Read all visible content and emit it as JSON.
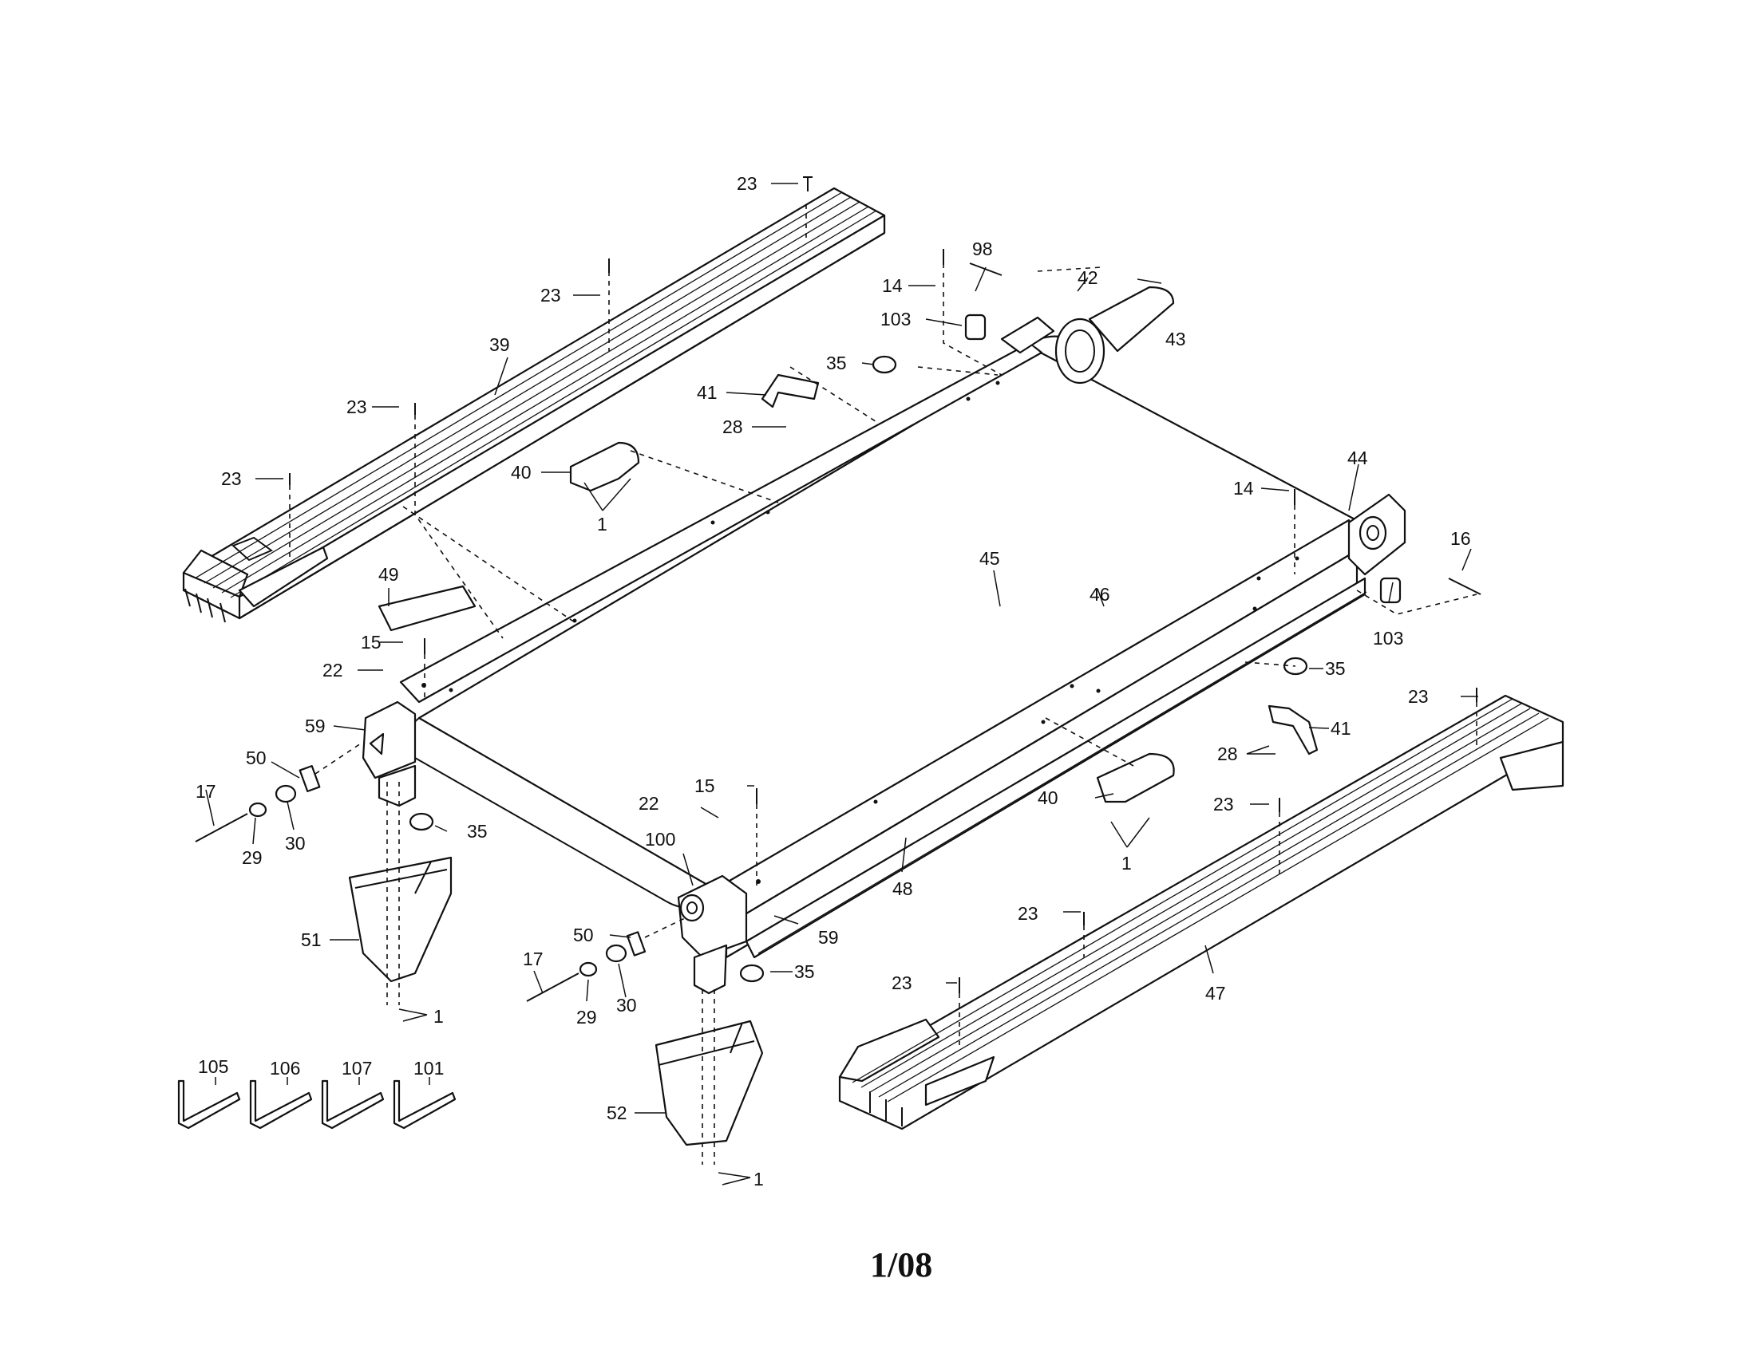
{
  "page": {
    "number_label": "1/08"
  },
  "callouts": {
    "c105": "105",
    "c106": "106",
    "c107": "107",
    "c101": "101",
    "c1": "1",
    "c14": "14",
    "c15": "15",
    "c16": "16",
    "c17": "17",
    "c22": "22",
    "c23": "23",
    "c28": "28",
    "c29": "29",
    "c30": "30",
    "c35": "35",
    "c39": "39",
    "c40": "40",
    "c41": "41",
    "c42": "42",
    "c43": "43",
    "c44": "44",
    "c45": "45",
    "c46": "46",
    "c47": "47",
    "c48": "48",
    "c49": "49",
    "c50": "50",
    "c51": "51",
    "c52": "52",
    "c59": "59",
    "c98": "98",
    "c100": "100",
    "c103": "103"
  }
}
